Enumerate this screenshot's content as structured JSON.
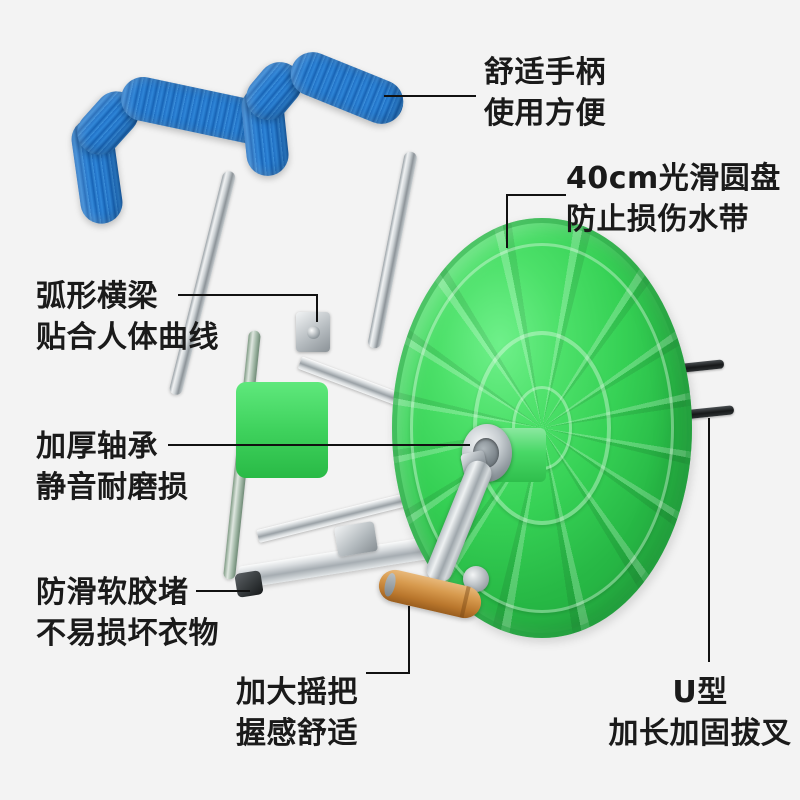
{
  "image": {
    "subject": "水带卷盘 / 手摇卷管器",
    "background_color": "#f3f3f3",
    "text_color": "#1a1a1a",
    "leader_line_color": "#111111"
  },
  "palette": {
    "disc_green": "#3ed65f",
    "disc_green_light": "#6ff08a",
    "disc_green_dark": "#27b845",
    "grip_blue": "#1f6fc4",
    "grip_blue_light": "#3f94e0",
    "chrome_light": "#f0f2f3",
    "chrome_dark": "#8d9499",
    "wood_tan": "#d79a4e",
    "prong_black": "#17191a"
  },
  "annotations": [
    {
      "id": "comfort-handle",
      "line1": "舒适手柄",
      "line2": "使用方便",
      "target": "blue-wrapped-handles"
    },
    {
      "id": "smooth-disc",
      "line1": "40cm光滑圆盘",
      "line2": "防止损伤水带",
      "target": "green-reel-disc",
      "spec": "40cm"
    },
    {
      "id": "curved-crossbar",
      "line1": "弧形横梁",
      "line2": "贴合人体曲线",
      "target": "frame-crossbar"
    },
    {
      "id": "thick-bearing",
      "line1": "加厚轴承",
      "line2": "静音耐磨损",
      "target": "hub-bearing"
    },
    {
      "id": "anti-slip-plug",
      "line1": "防滑软胶堵",
      "line2": "不易损坏衣物",
      "target": "rubber-foot-cap"
    },
    {
      "id": "large-crank",
      "line1": "加大摇把",
      "line2": "握感舒适",
      "target": "wooden-crank-grip"
    },
    {
      "id": "u-fork",
      "line1": "U型",
      "line2": "加长加固拔叉",
      "target": "u-fork-prongs"
    }
  ]
}
